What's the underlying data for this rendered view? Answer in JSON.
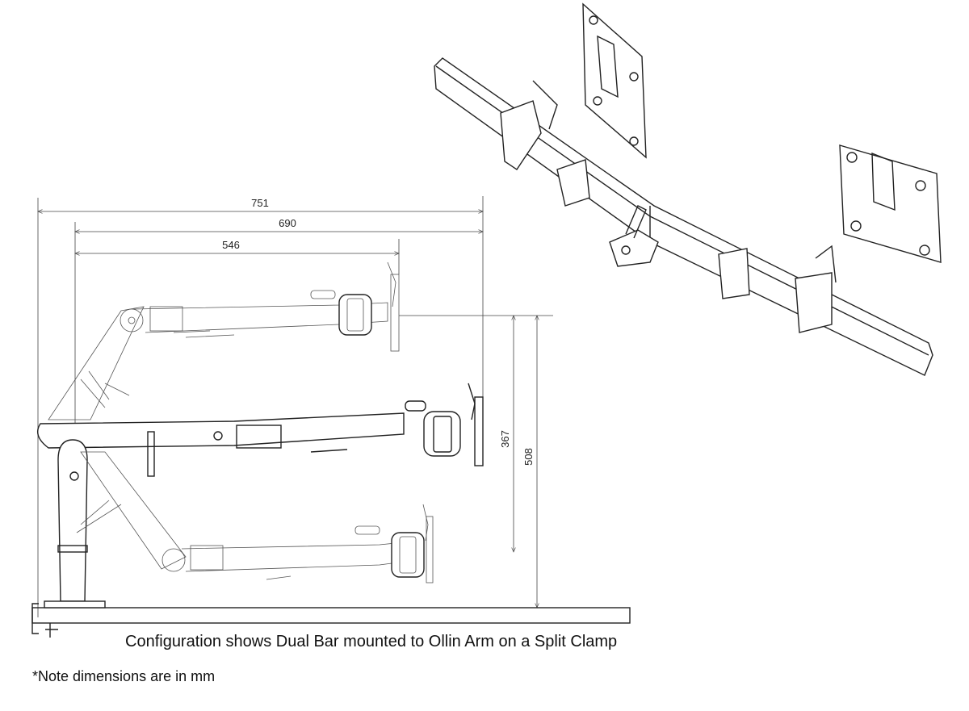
{
  "dimensions": {
    "width_751": "751",
    "width_690": "690",
    "width_546": "546",
    "height_367": "367",
    "height_508": "508"
  },
  "caption": "Configuration shows Dual Bar mounted to Ollin Arm on a Split Clamp",
  "note": "*Note dimensions are in mm"
}
